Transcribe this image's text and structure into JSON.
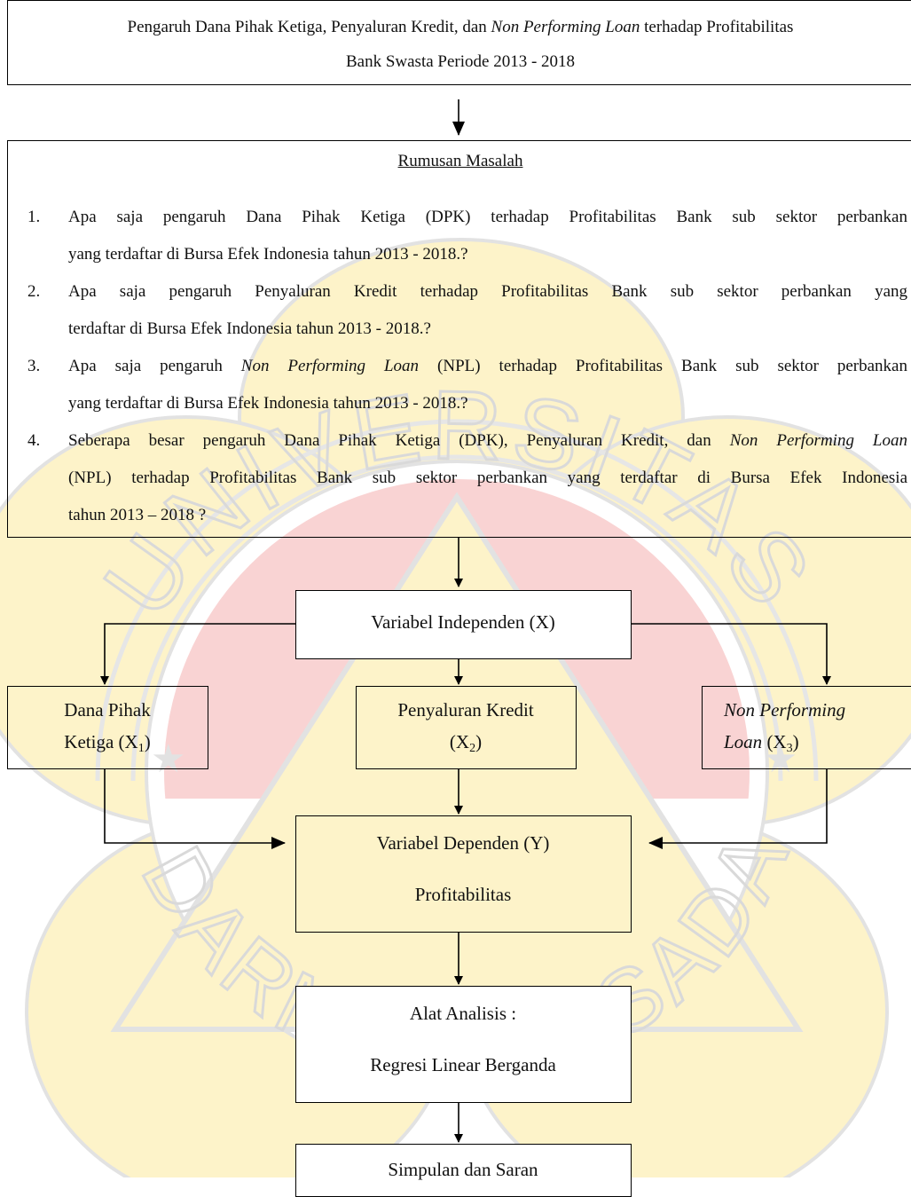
{
  "title_box": {
    "line1_a": "Pengaruh Dana Pihak  Ketiga, Penyaluran Kredit, dan ",
    "line1_italic": "Non Performing Loan",
    "line1_b": "  terhadap Profitabilitas",
    "line2": "Bank Swasta Periode 2013 - 2018"
  },
  "rumusan": {
    "heading": "Rumusan Masalah",
    "items": [
      {
        "num": "1.",
        "line1": "Apa saja pengaruh  Dana Pihak Ketiga (DPK)  terhadap Profitabilitas Bank sub sektor perbankan",
        "line2": "yang terdaftar di Bursa Efek Indonesia tahun 2013 - 2018.?"
      },
      {
        "num": "2.",
        "line1": "Apa saja pengaruh   Penyaluran Kredit  terhadap  Profitabilitas Bank sub sektor perbankan     yang",
        "line2": "terdaftar di Bursa Efek Indonesia tahun 2013 - 2018.?"
      },
      {
        "num": "3.",
        "line1_a": "Apa saja pengaruh ",
        "line1_italic": "Non Performing Loan",
        "line1_b": " (NPL) terhadap Profitabilitas Bank sub sektor perbankan",
        "line2": "yang terdaftar di Bursa Efek Indonesia tahun 2013 - 2018.?"
      },
      {
        "num": "4.",
        "line1_a": "Seberapa besar pengaruh Dana Pihak Ketiga (DPK), Penyaluran Kredit, dan ",
        "line1_italic": "Non Performing Loan",
        "line2": "(NPL) terhadap Profitabilitas Bank sub sektor perbankan   yang terdaftar di Bursa Efek Indonesia",
        "line3": "tahun 2013 – 2018 ?"
      }
    ]
  },
  "independen": {
    "label": "Variabel Independen (X)"
  },
  "x1": {
    "line1": "Dana Pihak",
    "line2_text": "Ketiga (X",
    "sub": "1",
    "close": ")"
  },
  "x2": {
    "line1": "Penyaluran Kredit",
    "line2_text": "(X",
    "sub": "2",
    "close": ")"
  },
  "x3": {
    "line1": "Non Performing",
    "line2_italic": "Loan",
    "line2_text": "  (X",
    "sub": "3",
    "close": ")"
  },
  "dependen": {
    "line1": "Variabel Dependen (Y)",
    "line2": "Profitabilitas"
  },
  "alat": {
    "line1": "Alat Analisis :",
    "line2": "Regresi Linear Berganda"
  },
  "simpulan": {
    "label": "Simpulan dan Saran"
  },
  "watermark": {
    "arc_top": "UNIVERSITAS",
    "arc_bottom": "DARMA PERSADA",
    "colors": {
      "petal": "#fdf3c9",
      "red_band": "#f9d3d3",
      "stroke": "#e7e7e7"
    }
  }
}
